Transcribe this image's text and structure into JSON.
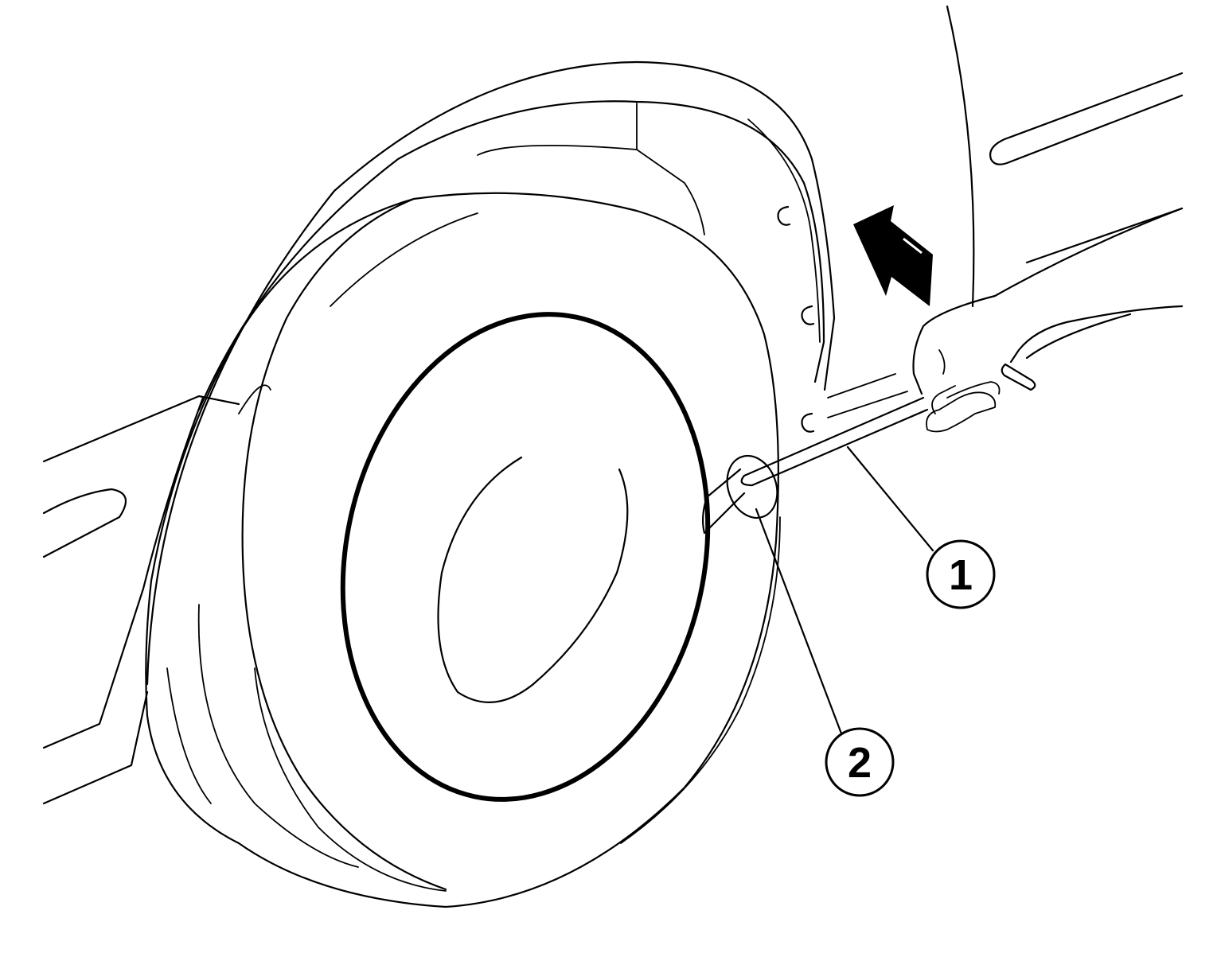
{
  "callouts": [
    {
      "id": "1",
      "label": "1"
    },
    {
      "id": "2",
      "label": "2"
    }
  ],
  "colors": {
    "line": "#000000",
    "background": "#ffffff"
  },
  "icons": {
    "direction_arrow": "arrow-up-left-icon"
  }
}
